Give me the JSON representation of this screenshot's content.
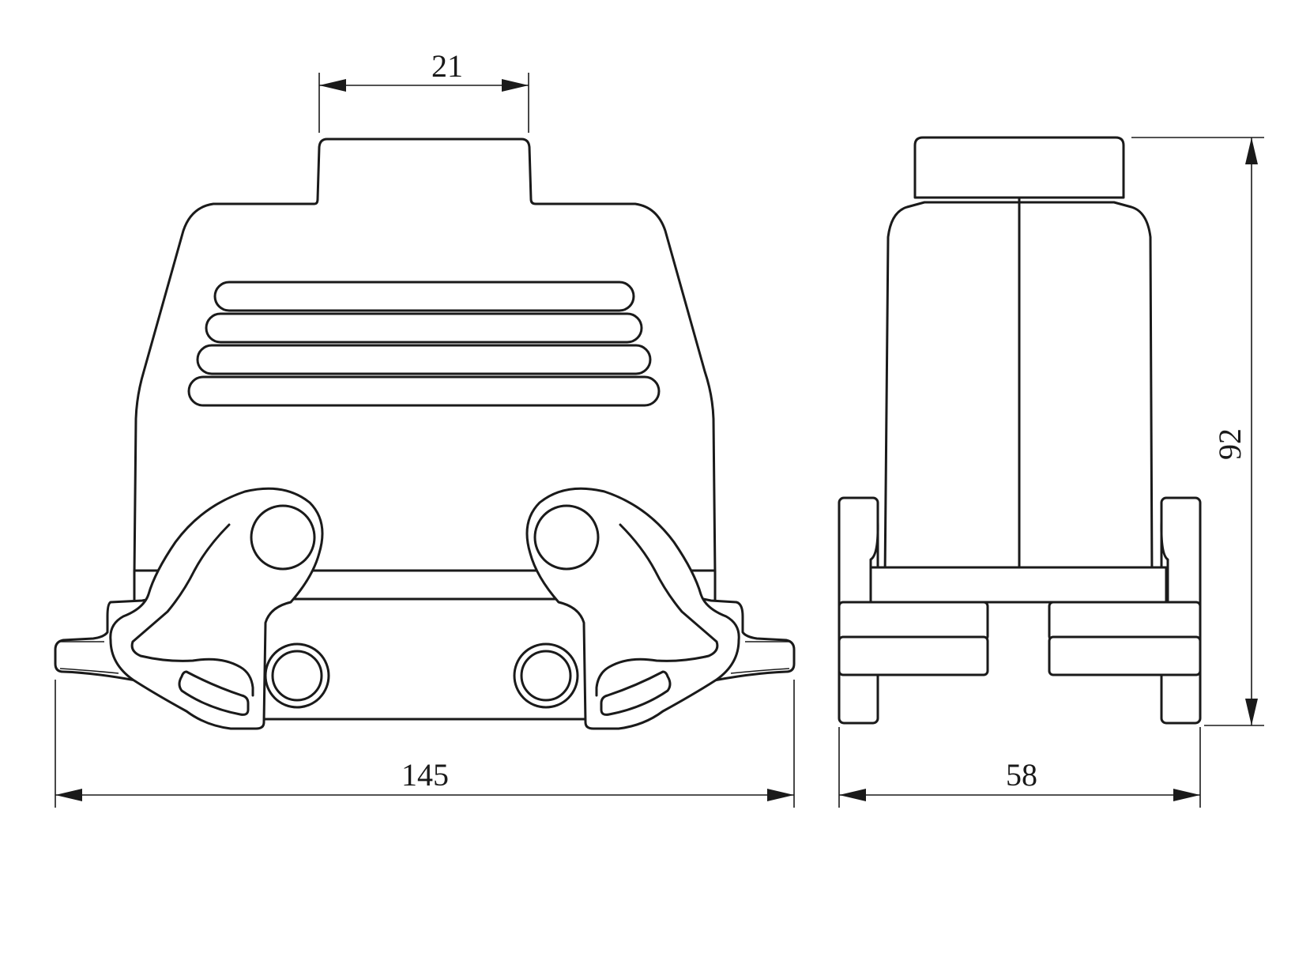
{
  "dimensions": {
    "tab_width": "21",
    "overall_width": "145",
    "side_depth": "58",
    "overall_height": "92"
  },
  "colors": {
    "line": "#1a1a1a",
    "background": "#ffffff"
  }
}
